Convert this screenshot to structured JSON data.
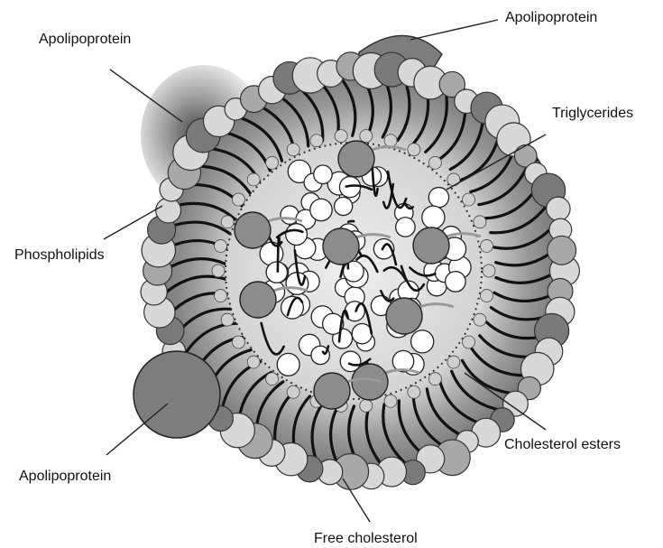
{
  "labels": {
    "apolipoprotein_top_left": "Apolipoprotein",
    "apolipoprotein_top_right": "Apolipoprotein",
    "triglycerides": "Triglycerides",
    "phospholipids": "Phospholipids",
    "apolipoprotein_bottom_left": "Apolipoprotein",
    "cholesterol_esters": "Cholesterol esters",
    "free_cholesterol": "Free cholesterol"
  },
  "colors": {
    "background": "#ffffff",
    "shell_shade": "#8a8a8a",
    "head_light": "#d8d8d8",
    "head_mid": "#a8a8a8",
    "head_dark": "#7a7a7a",
    "core": "#e6e6e6",
    "core_droplet": "#ffffff",
    "cholesterol_ester": "#8c8c8c",
    "apolipoprotein_dark": "#7d7d7d",
    "ink": "#111111"
  }
}
